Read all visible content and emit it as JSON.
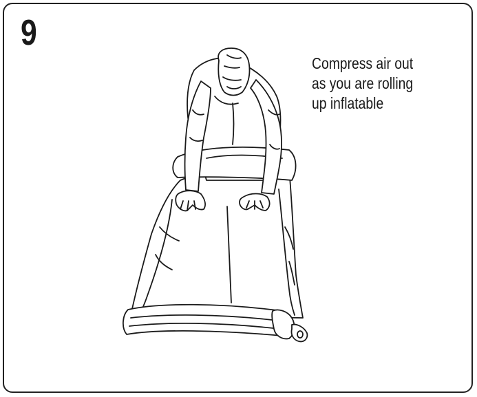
{
  "step": {
    "number": "9"
  },
  "caption": {
    "lines": [
      "Compress air out",
      "as you are rolling",
      "up inflatable"
    ]
  },
  "illustration": {
    "icon": "person-rolling-inflatable-illustration",
    "stroke_color": "#1a1a1a",
    "background_color": "#ffffff"
  },
  "frame": {
    "border_color": "#222222"
  }
}
